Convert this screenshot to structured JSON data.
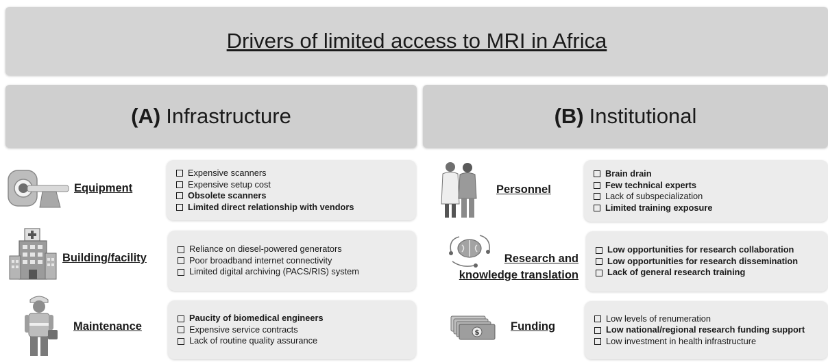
{
  "title": "Drivers of limited  access to MRI in Africa ",
  "sections": {
    "a": {
      "letter": "(A)",
      "name": "Infrastructure"
    },
    "b": {
      "letter": "(B)",
      "name": "Institutional"
    }
  },
  "drivers": {
    "equipment": {
      "label": "Equipment",
      "icon": "mri-scanner-icon",
      "items": [
        {
          "text": "Expensive scanners",
          "bold": false
        },
        {
          "text": "Expensive setup cost",
          "bold": false
        },
        {
          "text": "Obsolete scanners",
          "bold": true
        },
        {
          "text": "Limited direct relationship with vendors",
          "bold": true
        }
      ]
    },
    "building": {
      "label": "Building/facility",
      "icon": "hospital-building-icon",
      "items": [
        {
          "text": "Reliance on diesel-powered generators",
          "bold": false
        },
        {
          "text": "Poor broadband internet connectivity",
          "bold": false
        },
        {
          "text": "Limited digital archiving (PACS/RIS) system",
          "bold": false
        }
      ]
    },
    "maintenance": {
      "label": "Maintenance",
      "icon": "engineer-icon",
      "items": [
        {
          "text": "Paucity of biomedical engineers",
          "bold": true
        },
        {
          "text": "Expensive service contracts",
          "bold": false
        },
        {
          "text": "Lack of routine quality assurance",
          "bold": false
        }
      ]
    },
    "personnel": {
      "label": "Personnel",
      "icon": "medical-staff-icon",
      "items": [
        {
          "text": "Brain drain",
          "bold": true
        },
        {
          "text": "Few technical experts",
          "bold": true
        },
        {
          "text": "Lack of subspecialization",
          "bold": false
        },
        {
          "text": "Limited training exposure",
          "bold": true
        }
      ]
    },
    "research": {
      "label_line1": "Research and",
      "label_line2": "knowledge  translation",
      "icon": "brain-network-icon",
      "items": [
        {
          "text": "Low opportunities for research collaboration",
          "bold": true
        },
        {
          "text": "Low opportunities for research dissemination",
          "bold": true
        },
        {
          "text": "Lack of general research training",
          "bold": true
        }
      ]
    },
    "funding": {
      "label": "Funding",
      "icon": "money-stack-icon",
      "items": [
        {
          "text": "Low levels of renumeration",
          "bold": false
        },
        {
          "text": "Low national/regional research funding support",
          "bold": true
        },
        {
          "text": "Low investment in health infrastructure",
          "bold": false
        }
      ]
    }
  }
}
